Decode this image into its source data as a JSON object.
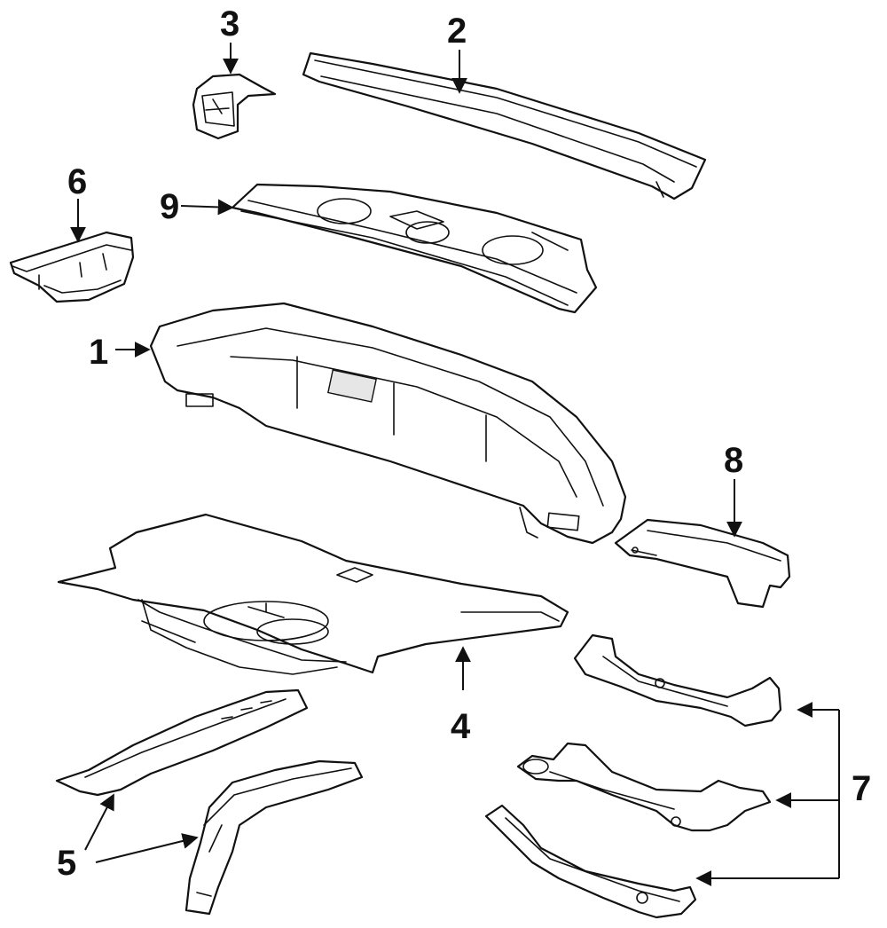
{
  "callouts": {
    "c1": "1",
    "c2": "2",
    "c3": "3",
    "c4": "4",
    "c5": "5",
    "c6": "6",
    "c7": "7",
    "c8": "8",
    "c9": "9"
  },
  "colors": {
    "ink": "#111111",
    "background": "#ffffff",
    "shade": "#e6e6e6"
  }
}
